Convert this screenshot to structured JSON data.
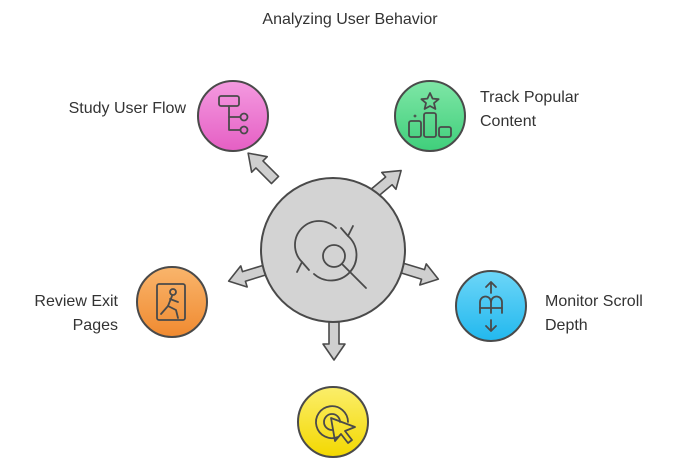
{
  "title": "Analyzing User Behavior",
  "center": {
    "icon": "refresh-search-icon",
    "color": "#d3d3d3"
  },
  "nodes": [
    {
      "id": "study-user-flow",
      "label_lines": [
        "Study User Flow"
      ],
      "icon": "flow-chart-icon",
      "color": "#f07ad0"
    },
    {
      "id": "track-popular-content",
      "label_lines": [
        "Track Popular",
        "Content"
      ],
      "icon": "podium-star-icon",
      "color": "#5fd98e"
    },
    {
      "id": "review-exit-pages",
      "label_lines": [
        "Review Exit",
        "Pages"
      ],
      "icon": "exit-door-icon",
      "color": "#f5a04c"
    },
    {
      "id": "monitor-scroll-depth",
      "label_lines": [
        "Monitor Scroll",
        "Depth"
      ],
      "icon": "scroll-arrows-icon",
      "color": "#40c8f4"
    },
    {
      "id": "bottom-node",
      "label_lines": [],
      "icon": "click-cursor-icon",
      "color": "#f9e43a"
    }
  ]
}
